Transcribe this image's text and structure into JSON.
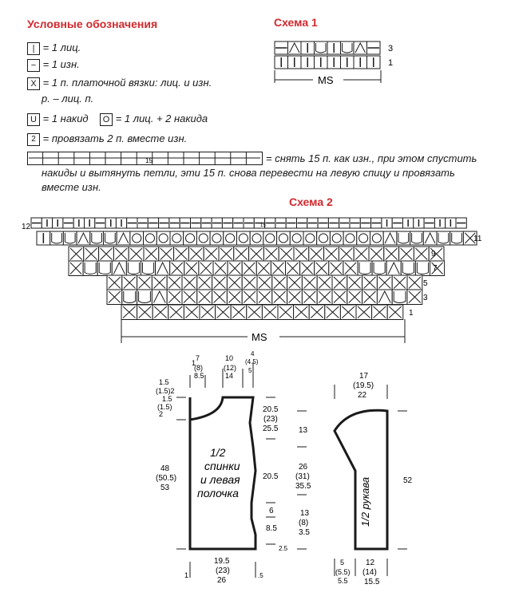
{
  "legend": {
    "title": "Условные обозначения",
    "knit": "= 1 лиц.",
    "purl": "= 1 изн.",
    "garter_line1": "= 1 п. платочной вязки: лиц. и изн.",
    "garter_line2": "р. – лиц. п.",
    "yo_symbol": "U",
    "yo_text": "= 1 накид",
    "double_yo_symbol": "O",
    "double_yo_text": "= 1 лиц. + 2 накида",
    "k2tog_symbol": "2",
    "k2tog_text": "= провязать 2 п. вместе изн.",
    "slip15_number": "15",
    "slip15_line1": "= снять 15 п. как изн., при этом спустить",
    "slip15_line2": "накиды и вытянуть петли, эти 15 п. снова перевести на левую спицу и провязать",
    "slip15_line3": "вместе изн."
  },
  "scheme1": {
    "title": "Схема 1",
    "row_top": "3",
    "row_bottom": "1",
    "ms_label": "MS"
  },
  "scheme2": {
    "title": "Схема 2",
    "row12": "12",
    "row11": "11",
    "row9": "9",
    "row7": "7",
    "row5": "5",
    "row3": "3",
    "row1": "1",
    "center_number": "15",
    "ms_label": "MS"
  },
  "body_pattern": {
    "label_line1": "1/2",
    "label_line2": "спинки",
    "label_line3": "и левая",
    "label_line4": "полочка",
    "top_left_1": "1",
    "top_7": "7",
    "top_7b": "(8)",
    "top_7c": "8.5",
    "top_10": "10",
    "top_10b": "(12)",
    "top_10c": "14",
    "top_4": "4",
    "top_4b": "(4.5)",
    "top_4c": "5",
    "left_15a": "1.5",
    "left_15b": "(1.5)2",
    "left_15c": "1.5",
    "left_15d": "(1.5)",
    "left_15e": "2",
    "left_48a": "48",
    "left_48b": "(50.5)",
    "left_48c": "53",
    "right_205a": "20.5",
    "right_205b": "(23)",
    "right_205c": "25.5",
    "right_205mid": "20.5",
    "right_6": "6",
    "right_85": "8.5",
    "right_25": "2.5",
    "bottom_1": "1",
    "bottom_195a": "19.5",
    "bottom_195b": "(23)",
    "bottom_195c": "26",
    "bottom_5": ".5"
  },
  "sleeve_pattern": {
    "label": "1/2 рукава",
    "top_17a": "17",
    "top_17b": "(19.5)",
    "top_17c": "22",
    "left_13": "13",
    "left_26a": "26",
    "left_26b": "(31)",
    "left_26c": "35.5",
    "left_13b": "13",
    "left_8": "(8)",
    "left_35": "3.5",
    "right_52": "52",
    "bottom_5a": "5",
    "bottom_5b": "(5.5)",
    "bottom_5c": "5.5",
    "bottom_12a": "12",
    "bottom_12b": "(14)",
    "bottom_12c": "15.5"
  },
  "colors": {
    "accent": "#d0292e",
    "ink": "#1a1a1a"
  }
}
